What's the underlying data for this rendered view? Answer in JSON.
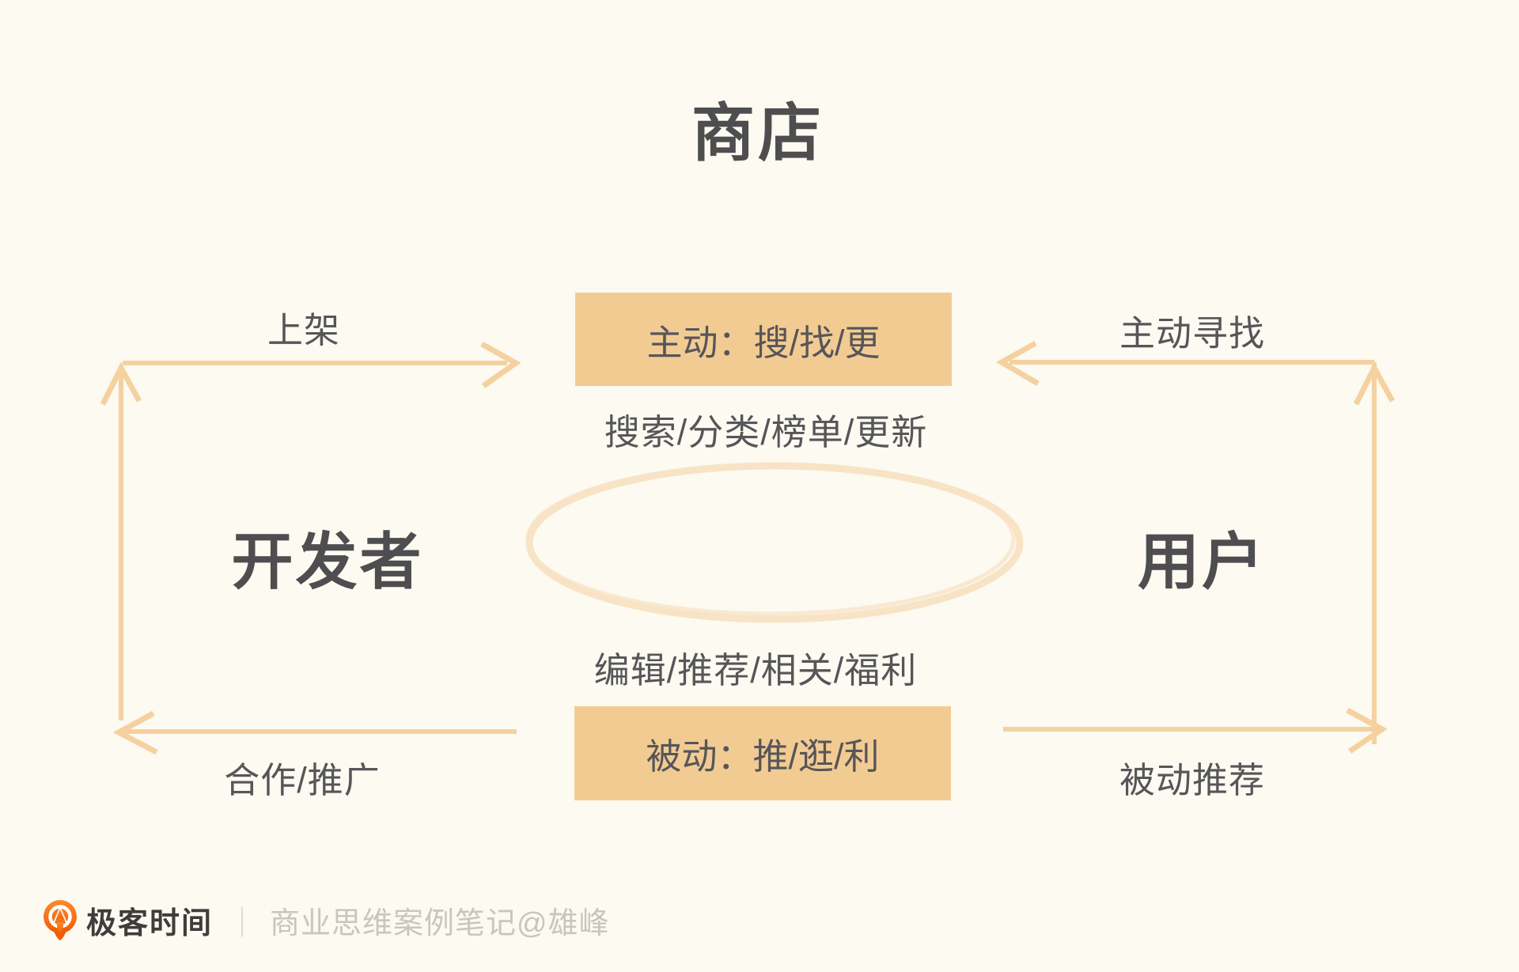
{
  "diagram": {
    "title": "商店",
    "left_entity": "开发者",
    "right_entity": "用户",
    "center": {
      "active_box_label": "主动：搜/找/更",
      "active_detail": "搜索/分类/榜单/更新",
      "passive_detail": "编辑/推荐/相关/福利",
      "passive_box_label": "被动：推/逛/利"
    },
    "edge_labels": {
      "top_left": "上架",
      "top_right": "主动寻找",
      "bottom_left": "合作/推广",
      "bottom_right": "被动推荐"
    },
    "colors": {
      "background": "#FCFAF1",
      "box_fill": "#F2CB93",
      "arrow_stroke": "#F5D1A0",
      "ellipse_stroke": "#F8E3C5",
      "heading_text": "#4E4E50",
      "body_text": "#565659"
    }
  },
  "footer": {
    "logo_icon": "geektime-pin-logo",
    "brand": "极客时间",
    "divider": "｜",
    "caption": "商业思维案例笔记@雄峰",
    "brand_color": "#3E3D3B",
    "caption_color": "#C9C6BF",
    "logo_orange": "#F4660A"
  }
}
